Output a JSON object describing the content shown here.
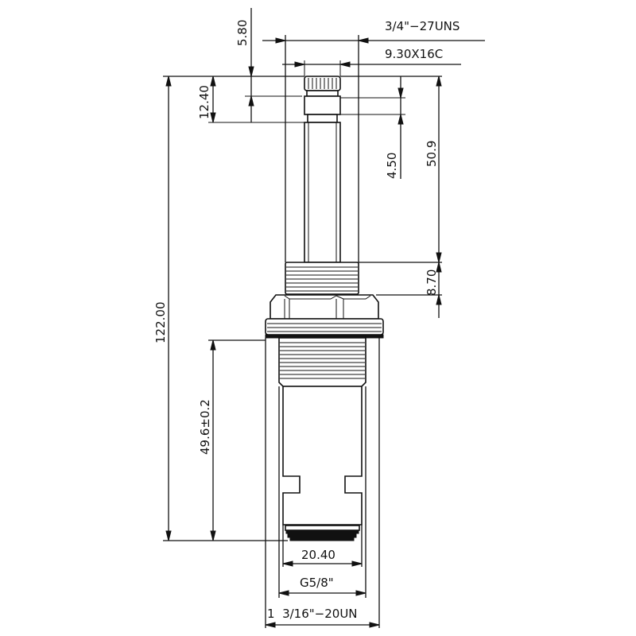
{
  "drawing": {
    "subject": "Faucet cartridge technical drawing",
    "line_color": "#111111",
    "background": "#ffffff",
    "dimensions": {
      "top_thread": "3/4\"−27UNS",
      "spline": "9.30X16C",
      "spline_height": "5.80",
      "stem_top": "12.40",
      "groove": "4.50",
      "stem_length": "50.9",
      "upper_thread": "8.70",
      "overall_length": "122.00",
      "body_length": "49.6±0.2",
      "seal_diameter": "20.40",
      "bottom_thread": "G5/8\"",
      "body_thread": "1  3/16\"−20UN"
    }
  }
}
